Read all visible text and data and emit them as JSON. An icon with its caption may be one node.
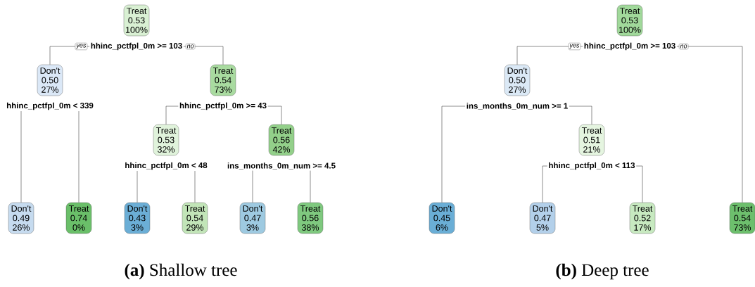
{
  "diagram": {
    "nodes": [
      {
        "text": [
          "Treat",
          "0.53",
          "100%"
        ],
        "beside": [
          "hhinc_pctfpl_0m >= 103"
        ]
      },
      {
        "text": [
          "Don't",
          "0.50",
          "27%"
        ],
        "beside": [
          "hhinc_pctfpl_0m < 339"
        ]
      },
      {
        "text": [
          "Treat",
          "0.54",
          "73%"
        ],
        "beside": [
          "hhinc_pctfpl_0m >= 43"
        ]
      },
      {
        "text": [
          "Treat",
          "0.53",
          "32%"
        ],
        "beside": [
          "hhinc_pctfpl_0m < 48"
        ]
      },
      {
        "text": [
          "Treat",
          "0.56",
          "42%"
        ],
        "beside": [
          "ins_months_0m_num >= 4.5"
        ]
      },
      {
        "text": [
          "Don't",
          "0.49",
          "26%"
        ]
      },
      {
        "text": [
          "Treat",
          "0.74",
          "0%"
        ]
      },
      {
        "text": [
          "Don't",
          "0.43",
          "3%"
        ]
      },
      {
        "text": [
          "Treat",
          "0.54",
          "29%"
        ]
      },
      {
        "text": [
          "Don't",
          "0.47",
          "3%"
        ]
      },
      {
        "text": [
          "Treat",
          "0.56",
          "38%"
        ]
      },
      {
        "text": [
          "Treat",
          "0.53",
          "100%"
        ],
        "beside": [
          "hhinc_pctfpl_0m >= 103"
        ]
      },
      {
        "text": [
          "Don't",
          "0.50",
          "27%"
        ],
        "beside": [
          "ins_months_0m_num >= 1"
        ]
      },
      {
        "text": [
          "Treat",
          "0.51",
          "21%"
        ],
        "beside": [
          "hhinc_pctfpl_0m < 113"
        ]
      },
      {
        "text": [
          "Don't",
          "0.45",
          "6%"
        ]
      },
      {
        "text": [
          "Don't",
          "0.47",
          "5%"
        ]
      },
      {
        "text": [
          "Treat",
          "0.52",
          "17%"
        ]
      },
      {
        "text": [
          "Treat",
          "0.54",
          "73%"
        ]
      }
    ],
    "edges": [
      {
        "from": 0,
        "to": 1,
        "arrow": "none",
        "label": "yes"
      },
      {
        "from": 0,
        "to": 2,
        "arrow": "none",
        "label": "no"
      },
      {
        "from": 1,
        "to": 5,
        "arrow": "none"
      },
      {
        "from": 1,
        "to": 6,
        "arrow": "none"
      },
      {
        "from": 2,
        "to": 3,
        "arrow": "none"
      },
      {
        "from": 2,
        "to": 4,
        "arrow": "none"
      },
      {
        "from": 3,
        "to": 7,
        "arrow": "none"
      },
      {
        "from": 3,
        "to": 8,
        "arrow": "none"
      },
      {
        "from": 4,
        "to": 9,
        "arrow": "none"
      },
      {
        "from": 4,
        "to": 10,
        "arrow": "none"
      },
      {
        "from": 11,
        "to": 12,
        "arrow": "none",
        "label": "yes"
      },
      {
        "from": 11,
        "to": 17,
        "arrow": "none",
        "label": "no"
      },
      {
        "from": 12,
        "to": 14,
        "arrow": "none"
      },
      {
        "from": 12,
        "to": 13,
        "arrow": "none"
      },
      {
        "from": 13,
        "to": 15,
        "arrow": "none"
      },
      {
        "from": 13,
        "to": 16,
        "arrow": "none"
      }
    ],
    "labels": [
      "**(a)** Shallow tree",
      "**(b)** Deep tree"
    ]
  }
}
